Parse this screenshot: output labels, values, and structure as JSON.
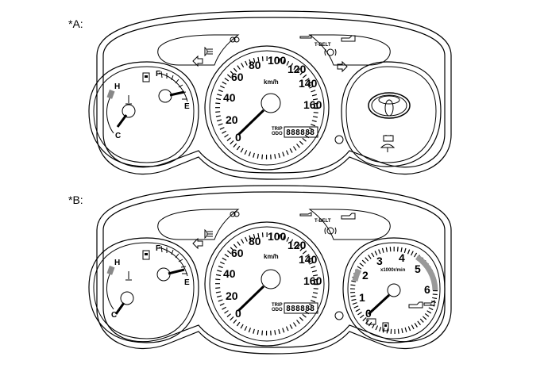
{
  "labels": {
    "a": "*A:",
    "b": "*B:"
  },
  "speedometer": {
    "numbers": [
      "0",
      "20",
      "40",
      "60",
      "80",
      "100",
      "120",
      "140",
      "160"
    ],
    "unit": "km/h",
    "trip_label_1": "TRIP",
    "trip_label_2": "ODO",
    "odometer_digits": "888888"
  },
  "temperature_gauge": {
    "hot": "H",
    "cold": "C"
  },
  "fuel_gauge": {
    "full": "F",
    "empty": "E"
  },
  "tachometer": {
    "numbers": [
      "0",
      "1",
      "2",
      "3",
      "4",
      "5",
      "6"
    ],
    "unit": "x1000r/min"
  },
  "indicator_bar": {
    "timing_belt": "T-BELT"
  },
  "icons": [
    "thermometer-icon",
    "fuel-pump-icon",
    "headlight-icon",
    "fog-light-icon",
    "oil-can-icon",
    "brake-warning-icon",
    "turn-left-arrow-icon",
    "turn-right-arrow-icon",
    "battery-icon",
    "toyota-logo",
    "engine-check-icon",
    "washer-icon"
  ],
  "colors": {
    "line": "#000000",
    "hot_zone": "#888888",
    "redline": "#999999"
  }
}
